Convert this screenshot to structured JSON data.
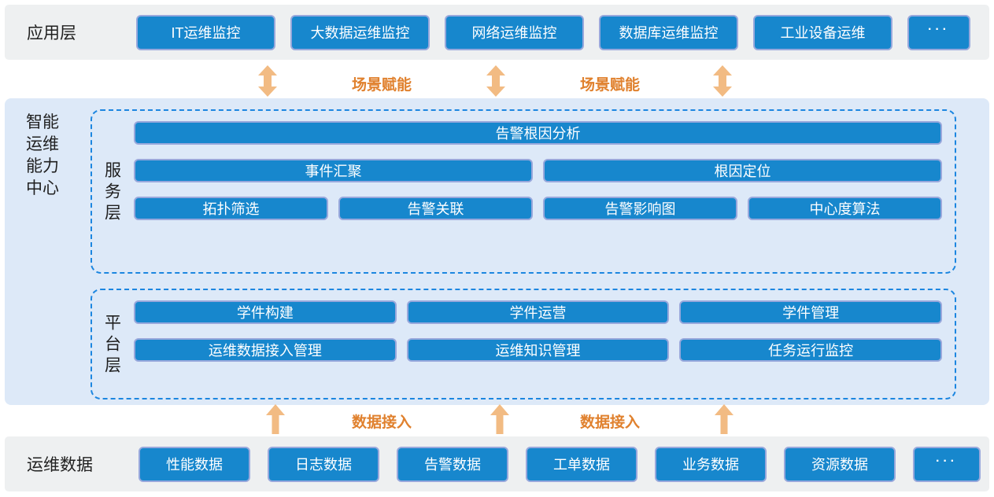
{
  "colors": {
    "box_fill": "#1787cd",
    "box_border": "#98a8dc",
    "dashed_border": "#1c86e0",
    "band_background": "#eef0f1",
    "center_background": "#dde9f8",
    "arrow_fill": "#f2bb83",
    "arrow_label_text": "#e0812e",
    "box_text": "#ffffff",
    "layer_label_text": "#1f1f1f"
  },
  "app_layer": {
    "label": "应用层",
    "boxes": [
      "IT运维监控",
      "大数据运维监控",
      "网络运维监控",
      "数据库运维监控",
      "工业设备运维",
      "···"
    ]
  },
  "scene_empowerment": {
    "labels": [
      "场景赋能",
      "场景赋能"
    ]
  },
  "capability_center": {
    "label": "智能\n运维\n能力\n中心",
    "service_layer": {
      "label": "服\n务\n层",
      "row1": [
        "告警根因分析"
      ],
      "row2": [
        "事件汇聚",
        "根因定位"
      ],
      "row3": [
        "拓扑筛选",
        "告警关联",
        "告警影响图",
        "中心度算法"
      ]
    },
    "platform_layer": {
      "label": "平\n台\n层",
      "row1": [
        "学件构建",
        "学件运营",
        "学件管理"
      ],
      "row2": [
        "运维数据接入管理",
        "运维知识管理",
        "任务运行监控"
      ]
    }
  },
  "data_access": {
    "labels": [
      "数据接入",
      "数据接入"
    ]
  },
  "data_layer": {
    "label": "运维数据",
    "boxes": [
      "性能数据",
      "日志数据",
      "告警数据",
      "工单数据",
      "业务数据",
      "资源数据",
      "···"
    ]
  }
}
